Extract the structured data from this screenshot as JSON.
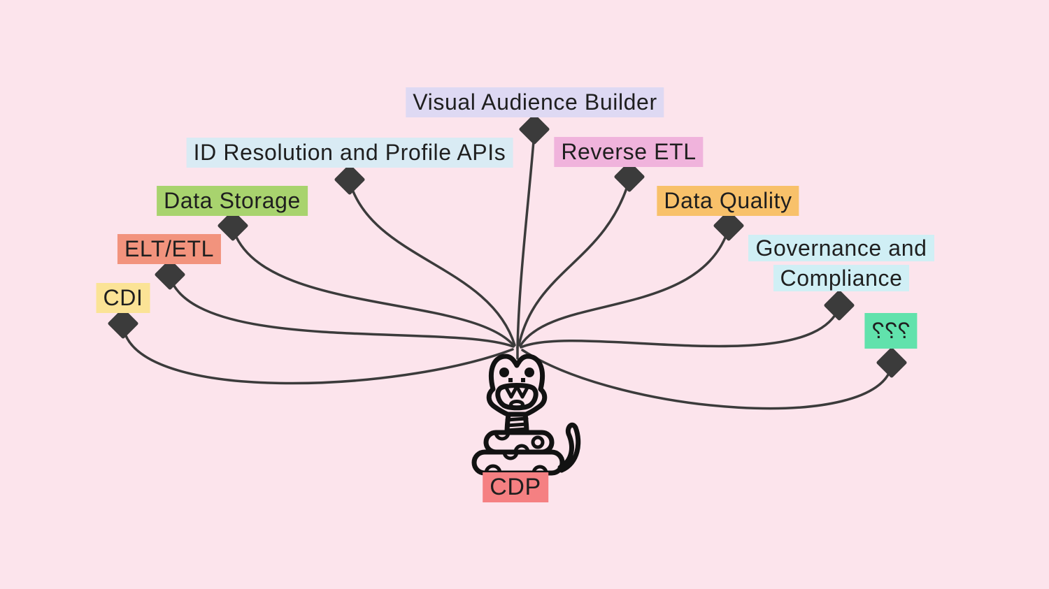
{
  "colors": {
    "background": "#FCE4EC",
    "line": "#3B3B3B",
    "text": "#1F1F1F",
    "snake": "#121212"
  },
  "diagram": {
    "center": {
      "label": "CDP",
      "highlight": "#F58082",
      "icon": "cobra-snake-icon"
    },
    "nodes": [
      {
        "id": "visual-audience-builder",
        "label": "Visual Audience Builder",
        "highlight": "#DED9F3"
      },
      {
        "id": "id-resolution-and-profile-apis",
        "label": "ID Resolution and Profile APIs",
        "highlight": "#D9EBF4"
      },
      {
        "id": "reverse-etl",
        "label": "Reverse ETL",
        "highlight": "#F0B3DC"
      },
      {
        "id": "data-storage",
        "label": "Data Storage",
        "highlight": "#A8D36E"
      },
      {
        "id": "data-quality",
        "label": "Data Quality",
        "highlight": "#F8C16A"
      },
      {
        "id": "elt-etl",
        "label": "ELT/ETL",
        "highlight": "#F2937D"
      },
      {
        "id": "governance-and-compliance",
        "label": "Governance and Compliance",
        "highlight": "#D0EFF5"
      },
      {
        "id": "cdi",
        "label": "CDI",
        "highlight": "#FBE396"
      },
      {
        "id": "unknown",
        "label": "???",
        "highlight": "#61E2AC",
        "mirrored_text": true
      }
    ]
  }
}
